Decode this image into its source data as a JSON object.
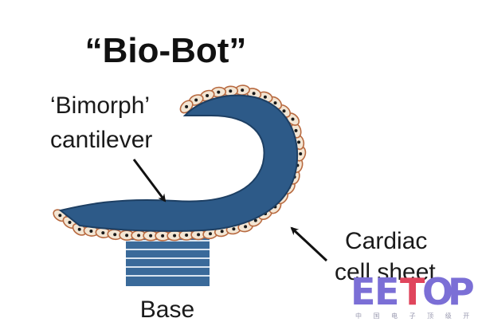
{
  "title": "“Bio-Bot”",
  "labels": {
    "cantilever_line1": "‘Bimorph’",
    "cantilever_line2": "cantilever",
    "cardiac_line1": "Cardiac",
    "cardiac_line2": "cell sheet",
    "base": "Base"
  },
  "watermark": {
    "letters": [
      "E",
      "E",
      "T",
      "O",
      "P"
    ],
    "subtitle": "中 国 电 子 顶 级 开 发 网"
  },
  "colors": {
    "cantilever_fill": "#2d5a88",
    "cantilever_stroke": "#1d3f63",
    "base_fill": "#3a6a9a",
    "base_line": "#d8e4f0",
    "cell_fill": "#f3e6d4",
    "cell_stroke": "#b86a40",
    "cell_nucleus": "#1a1a1a",
    "arrow": "#111111",
    "watermark_letter": "#7b6fd6",
    "watermark_accent": "#e0455c"
  }
}
